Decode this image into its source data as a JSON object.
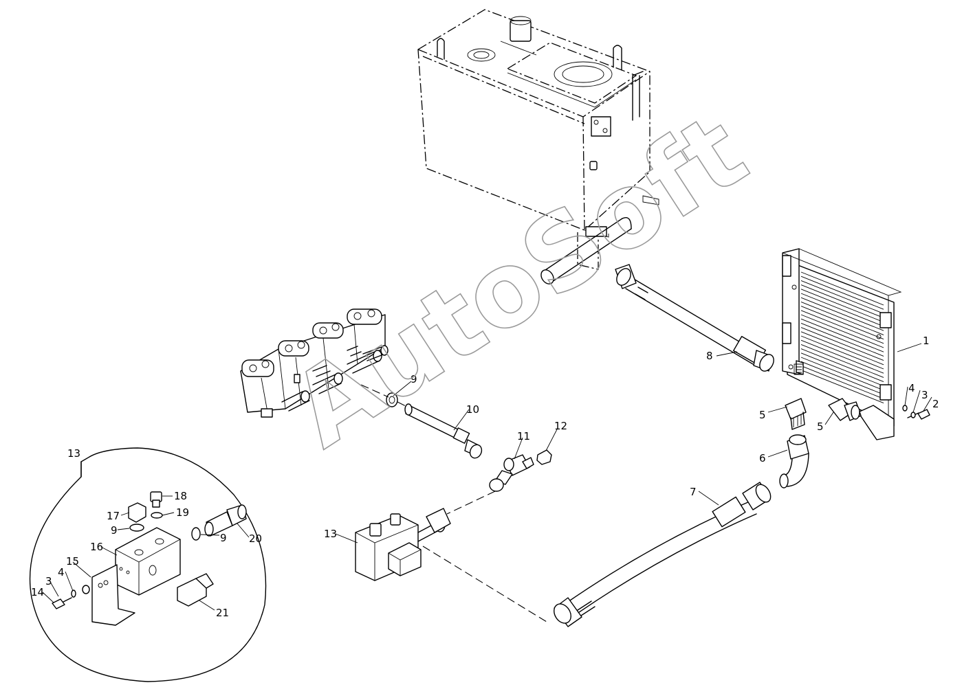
{
  "watermark": "AutoSoft",
  "callouts": [
    {
      "id": "c1",
      "text": "1"
    },
    {
      "id": "c2",
      "text": "2"
    },
    {
      "id": "c3",
      "text": "3"
    },
    {
      "id": "c4",
      "text": "4"
    },
    {
      "id": "c5a",
      "text": "5"
    },
    {
      "id": "c5b",
      "text": "5"
    },
    {
      "id": "c6",
      "text": "6"
    },
    {
      "id": "c7",
      "text": "7"
    },
    {
      "id": "c8",
      "text": "8"
    },
    {
      "id": "c9",
      "text": "9"
    },
    {
      "id": "c10",
      "text": "10"
    },
    {
      "id": "c11",
      "text": "11"
    },
    {
      "id": "c12",
      "text": "12"
    },
    {
      "id": "c13",
      "text": "13"
    }
  ],
  "detail": {
    "label": "13",
    "callouts": [
      {
        "id": "d3",
        "text": "3"
      },
      {
        "id": "d4",
        "text": "4"
      },
      {
        "id": "d9a",
        "text": "9"
      },
      {
        "id": "d9b",
        "text": "9"
      },
      {
        "id": "d14",
        "text": "14"
      },
      {
        "id": "d15",
        "text": "15"
      },
      {
        "id": "d16",
        "text": "16"
      },
      {
        "id": "d17",
        "text": "17"
      },
      {
        "id": "d18",
        "text": "18"
      },
      {
        "id": "d19",
        "text": "19"
      },
      {
        "id": "d20",
        "text": "20"
      },
      {
        "id": "d21",
        "text": "21"
      }
    ]
  }
}
